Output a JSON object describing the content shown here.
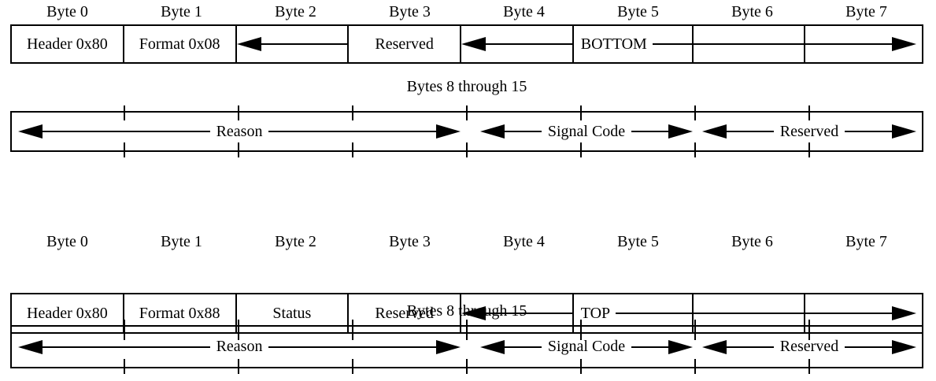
{
  "colors": {
    "ink": "#000000",
    "background": "#ffffff"
  },
  "diagram_top": {
    "byte_headers": [
      "Byte 0",
      "Byte 1",
      "Byte 2",
      "Byte 3",
      "Byte 4",
      "Byte 5",
      "Byte 6",
      "Byte 7"
    ],
    "row1": {
      "byte0": "Header 0x80",
      "byte1": "Format 0x08",
      "byte2_icon": "left-arrow",
      "byte3": "Reserved",
      "byte4_icon": "left-arrow",
      "byte5": "BOTTOM",
      "byte6_7_icon": "right-arrow"
    },
    "bytes_8_15_label": "Bytes 8 through 15",
    "row2": {
      "reason_label": "Reason",
      "signal_code_label": "Signal Code",
      "reserved_label": "Reserved"
    }
  },
  "diagram_bottom": {
    "byte_headers": [
      "Byte 0",
      "Byte 1",
      "Byte 2",
      "Byte 3",
      "Byte 4",
      "Byte 5",
      "Byte 6",
      "Byte 7"
    ],
    "row1": {
      "byte0": "Header 0x80",
      "byte1": "Format 0x88",
      "byte2": "Status",
      "byte3": "Reserved",
      "byte4_icon": "left-arrow",
      "byte5": "TOP",
      "byte6_7_icon": "right-arrow"
    },
    "bytes_8_15_label": "Bytes 8 through 15",
    "row2": {
      "reason_label": "Reason",
      "signal_code_label": "Signal Code",
      "reserved_label": "Reserved"
    }
  }
}
